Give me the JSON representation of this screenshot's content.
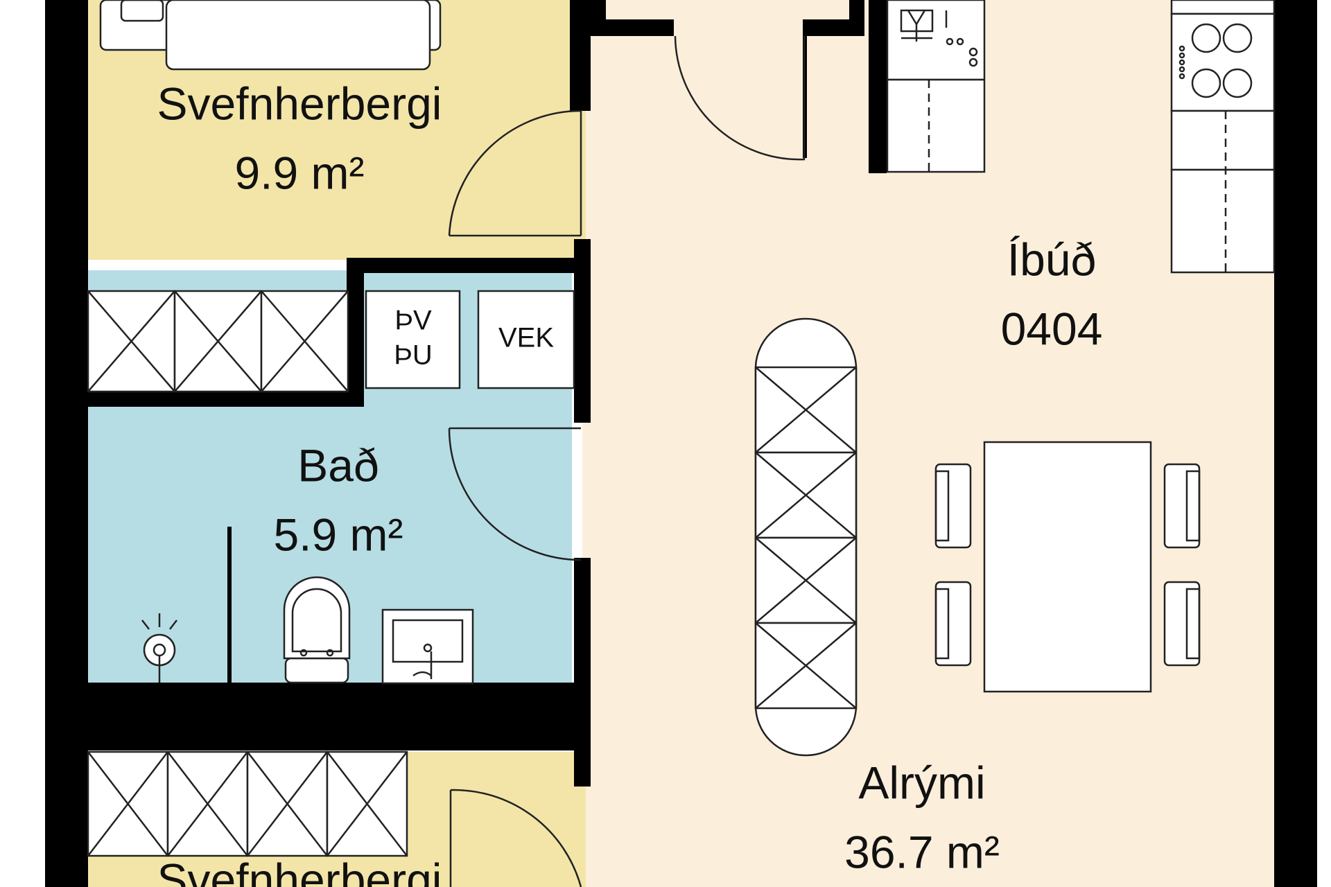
{
  "colors": {
    "bedroom_fill": "#f3e5a8",
    "bath_fill": "#b6dde4",
    "living_fill": "#fbefdc",
    "wall": "#000000",
    "furniture": "#ffffff"
  },
  "rooms": {
    "bedroom_top": {
      "name": "Svefnherbergi",
      "area": "9.9 m²"
    },
    "bathroom": {
      "name": "Bað",
      "area": "5.9 m²",
      "appliance_1_line1": "ÞV",
      "appliance_1_line2": "ÞU",
      "appliance_2": "VEK"
    },
    "apartment": {
      "name": "Íbúð",
      "number": "0404"
    },
    "living": {
      "name": "Alrými",
      "area": "36.7 m²"
    },
    "bedroom_bottom": {
      "name": "Svefnherbergi"
    }
  },
  "icons": [
    "door-swing-icon",
    "closet-icon",
    "toilet-icon",
    "sink-icon",
    "floor-drain-icon",
    "stove-icon",
    "dishwasher-icon",
    "dining-table-icon",
    "chair-icon",
    "bed-icon"
  ]
}
